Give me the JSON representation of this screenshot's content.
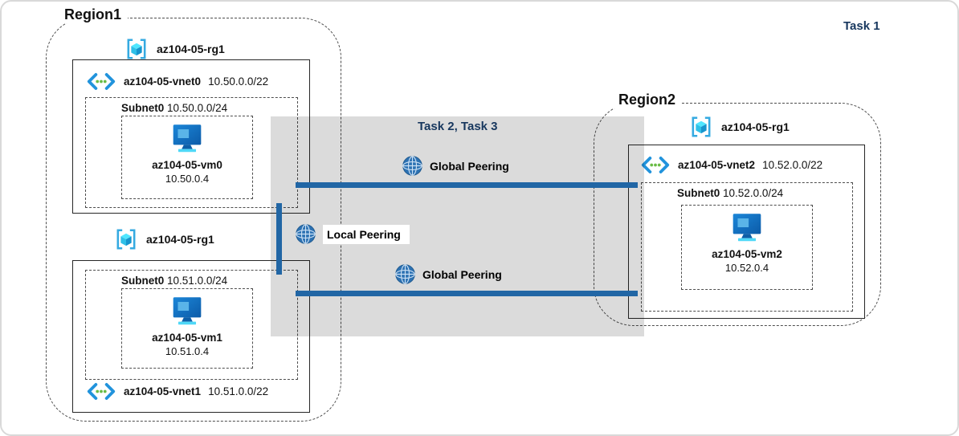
{
  "labels": {
    "task1": "Task 1",
    "task23": "Task 2, Task 3"
  },
  "region1": {
    "label": "Region1",
    "rg_top": {
      "label": "az104-05-rg1",
      "vnet_name": "az104-05-vnet0",
      "vnet_cidr": "10.50.0.0/22",
      "subnet_name": "Subnet0",
      "subnet_cidr": "10.50.0.0/24",
      "vm_name": "az104-05-vm0",
      "vm_ip": "10.50.0.4"
    },
    "rg_bottom": {
      "label": "az104-05-rg1",
      "subnet_name": "Subnet0",
      "subnet_cidr": "10.51.0.0/24",
      "vm_name": "az104-05-vm1",
      "vm_ip": "10.51.0.4",
      "vnet_name": "az104-05-vnet1",
      "vnet_cidr": "10.51.0.0/22"
    }
  },
  "region2": {
    "label": "Region2",
    "rg": {
      "label": "az104-05-rg1",
      "vnet_name": "az104-05-vnet2",
      "vnet_cidr": "10.52.0.0/22",
      "subnet_name": "Subnet0",
      "subnet_cidr": "10.52.0.0/24",
      "vm_name": "az104-05-vm2",
      "vm_ip": "10.52.0.4"
    }
  },
  "peerings": {
    "global_top_label": "Global Peering",
    "local_label": "Local Peering",
    "global_bottom_label": "Global Peering"
  },
  "icons": {
    "resource_group": "resource-group-icon",
    "vnet": "vnet-icon",
    "vm": "vm-icon",
    "peering": "globe-peering-icon"
  },
  "colors": {
    "peering_line": "#2166a5",
    "task_text": "#17375e",
    "overlay": "rgba(0,0,0,0.14)"
  }
}
